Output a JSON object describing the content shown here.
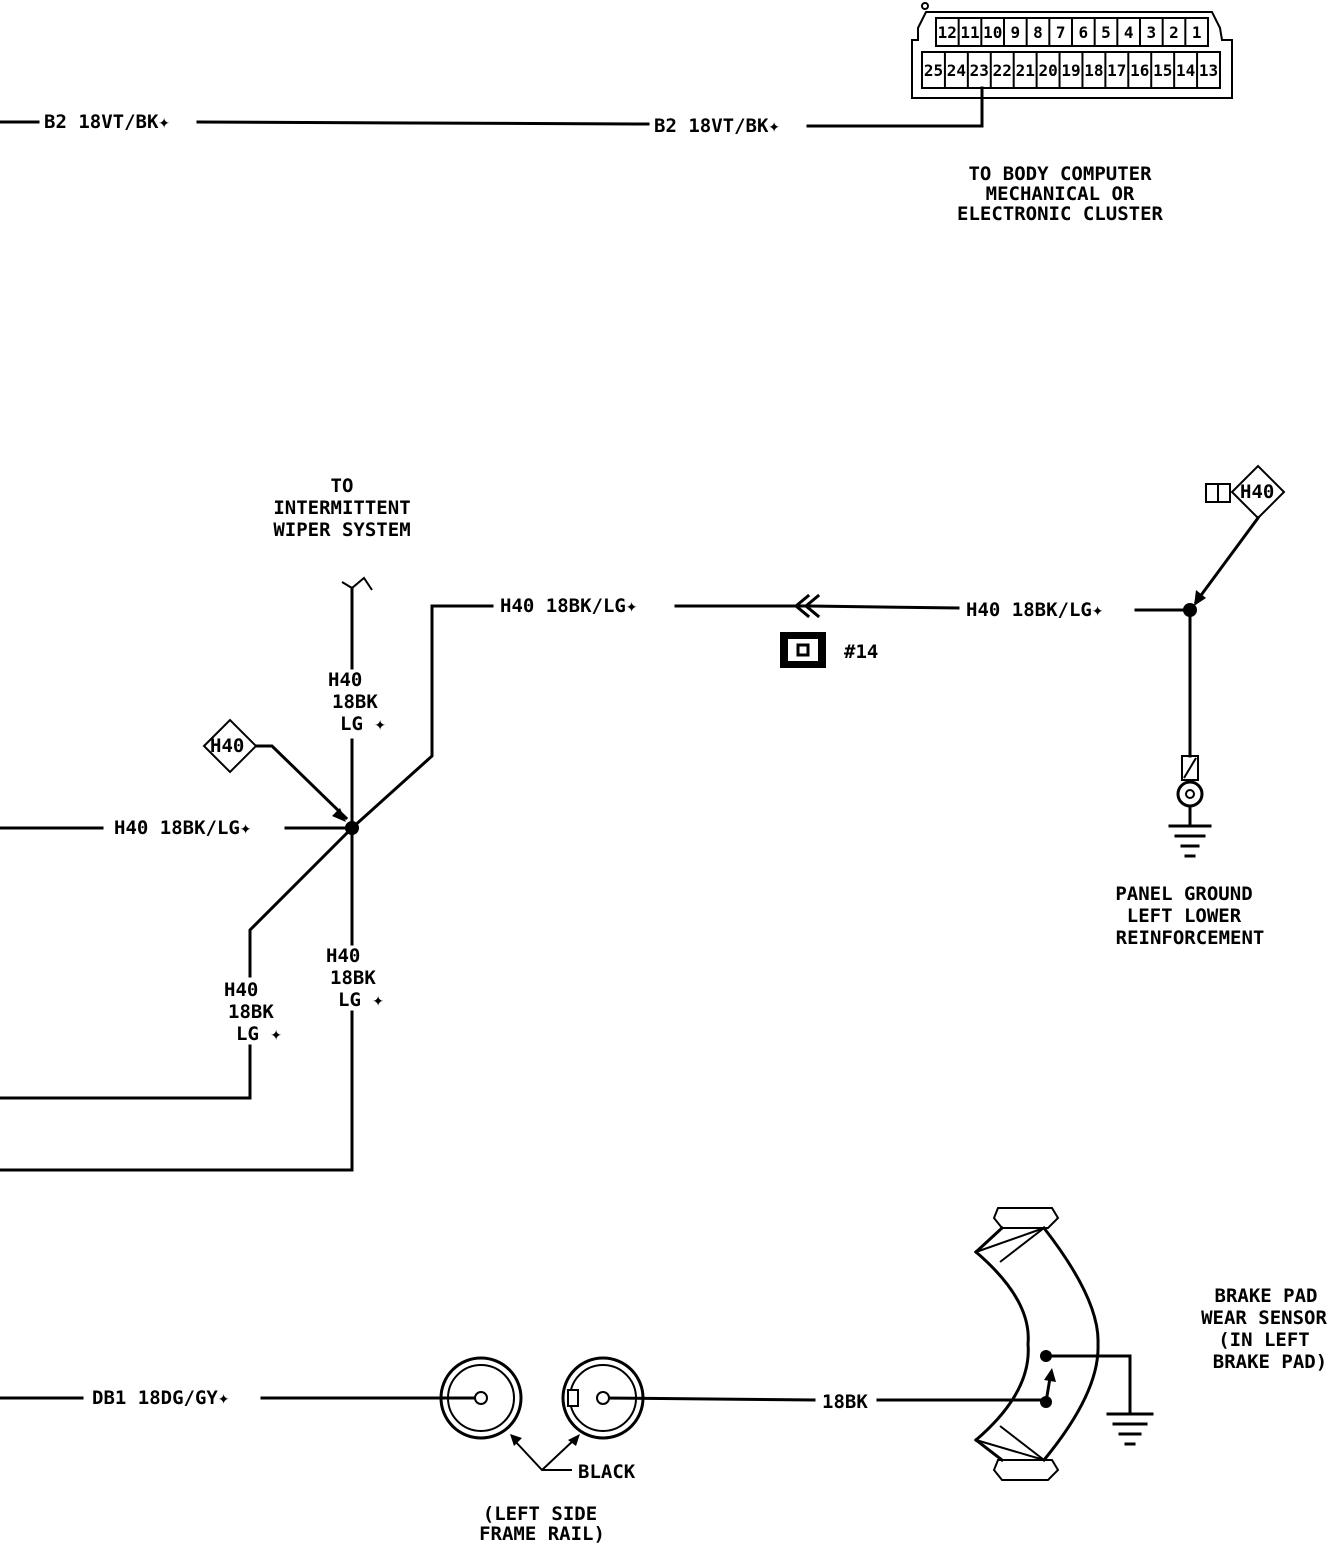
{
  "connector": {
    "top_pins": [
      "12",
      "11",
      "10",
      "9",
      "8",
      "7",
      "6",
      "5",
      "4",
      "3",
      "2",
      "1"
    ],
    "bottom_pins": [
      "25",
      "24",
      "23",
      "22",
      "21",
      "20",
      "19",
      "18",
      "17",
      "16",
      "15",
      "14",
      "13"
    ],
    "caption": [
      "TO BODY COMPUTER",
      "MECHANICAL OR",
      "ELECTRONIC CLUSTER"
    ]
  },
  "wires": {
    "b2_left": "B2 18VT/BK✦",
    "b2_right": "B2 18VT/BK✦",
    "h40_top": "H40 18BK/LG✦",
    "h40_right": "H40 18BK/LG✦",
    "h40_left": "H40 18BK/LG✦",
    "h40_vertical_up": [
      "H40",
      "18BK",
      "LG ✦"
    ],
    "h40_vertical_down_left": [
      "H40",
      "18BK",
      "LG ✦"
    ],
    "h40_vertical_down_right": [
      "H40",
      "18BK",
      "LG ✦"
    ],
    "db1": "DB1 18DG/GY✦",
    "sensor_wire": "18BK"
  },
  "wiper_caption": [
    "TO",
    "INTERMITTENT",
    "WIPER SYSTEM"
  ],
  "splice_tags": {
    "left": "H40",
    "right": "H40"
  },
  "inline_connector": "#14",
  "ground_caption": [
    "PANEL GROUND",
    "LEFT LOWER",
    "REINFORCEMENT"
  ],
  "frame_rail": {
    "connector_label": "BLACK",
    "caption": [
      "(LEFT SIDE",
      "FRAME RAIL)"
    ]
  },
  "brake_sensor_caption": [
    "BRAKE PAD",
    "WEAR SENSOR",
    "(IN LEFT",
    "BRAKE PAD)"
  ]
}
